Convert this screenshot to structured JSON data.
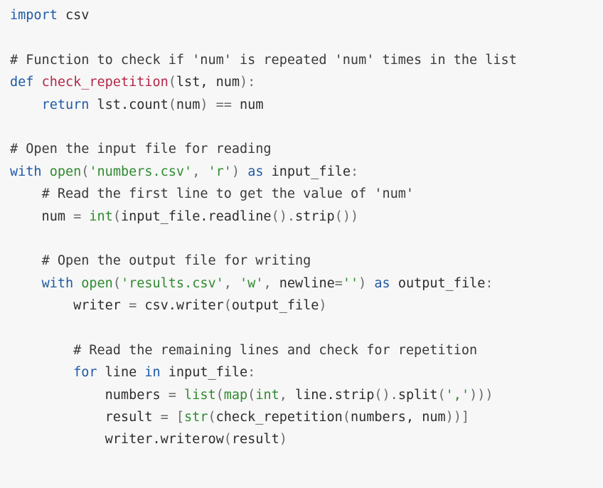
{
  "code": {
    "language": "python",
    "lines": [
      [
        {
          "t": "kw",
          "v": "import"
        },
        {
          "t": "id",
          "v": " csv"
        }
      ],
      [],
      [
        {
          "t": "cm",
          "v": "# Function to check if 'num' is repeated 'num' times in the list"
        }
      ],
      [
        {
          "t": "kw",
          "v": "def"
        },
        {
          "t": "id",
          "v": " "
        },
        {
          "t": "fn",
          "v": "check_repetition"
        },
        {
          "t": "pu",
          "v": "("
        },
        {
          "t": "id",
          "v": "lst, num"
        },
        {
          "t": "pu",
          "v": "):"
        }
      ],
      [
        {
          "t": "id",
          "v": "    "
        },
        {
          "t": "kw",
          "v": "return"
        },
        {
          "t": "id",
          "v": " lst.count"
        },
        {
          "t": "pu",
          "v": "("
        },
        {
          "t": "id",
          "v": "num"
        },
        {
          "t": "pu",
          "v": ")"
        },
        {
          "t": "id",
          "v": " "
        },
        {
          "t": "op",
          "v": "=="
        },
        {
          "t": "id",
          "v": " num"
        }
      ],
      [],
      [
        {
          "t": "cm",
          "v": "# Open the input file for reading"
        }
      ],
      [
        {
          "t": "kw",
          "v": "with"
        },
        {
          "t": "id",
          "v": " "
        },
        {
          "t": "bi",
          "v": "open"
        },
        {
          "t": "pu",
          "v": "("
        },
        {
          "t": "str",
          "v": "'numbers.csv'"
        },
        {
          "t": "pu",
          "v": ", "
        },
        {
          "t": "str",
          "v": "'r'"
        },
        {
          "t": "pu",
          "v": ")"
        },
        {
          "t": "id",
          "v": " "
        },
        {
          "t": "kw",
          "v": "as"
        },
        {
          "t": "id",
          "v": " input_file"
        },
        {
          "t": "pu",
          "v": ":"
        }
      ],
      [
        {
          "t": "id",
          "v": "    "
        },
        {
          "t": "cm",
          "v": "# Read the first line to get the value of 'num'"
        }
      ],
      [
        {
          "t": "id",
          "v": "    num "
        },
        {
          "t": "op",
          "v": "="
        },
        {
          "t": "id",
          "v": " "
        },
        {
          "t": "bi",
          "v": "int"
        },
        {
          "t": "pu",
          "v": "("
        },
        {
          "t": "id",
          "v": "input_file.readline"
        },
        {
          "t": "pu",
          "v": "()."
        },
        {
          "t": "id",
          "v": "strip"
        },
        {
          "t": "pu",
          "v": "())"
        }
      ],
      [],
      [
        {
          "t": "id",
          "v": "    "
        },
        {
          "t": "cm",
          "v": "# Open the output file for writing"
        }
      ],
      [
        {
          "t": "id",
          "v": "    "
        },
        {
          "t": "kw",
          "v": "with"
        },
        {
          "t": "id",
          "v": " "
        },
        {
          "t": "bi",
          "v": "open"
        },
        {
          "t": "pu",
          "v": "("
        },
        {
          "t": "str",
          "v": "'results.csv'"
        },
        {
          "t": "pu",
          "v": ", "
        },
        {
          "t": "str",
          "v": "'w'"
        },
        {
          "t": "pu",
          "v": ", "
        },
        {
          "t": "id",
          "v": "newline"
        },
        {
          "t": "op",
          "v": "="
        },
        {
          "t": "str",
          "v": "''"
        },
        {
          "t": "pu",
          "v": ")"
        },
        {
          "t": "id",
          "v": " "
        },
        {
          "t": "kw",
          "v": "as"
        },
        {
          "t": "id",
          "v": " output_file"
        },
        {
          "t": "pu",
          "v": ":"
        }
      ],
      [
        {
          "t": "id",
          "v": "        writer "
        },
        {
          "t": "op",
          "v": "="
        },
        {
          "t": "id",
          "v": " csv.writer"
        },
        {
          "t": "pu",
          "v": "("
        },
        {
          "t": "id",
          "v": "output_file"
        },
        {
          "t": "pu",
          "v": ")"
        }
      ],
      [],
      [
        {
          "t": "id",
          "v": "        "
        },
        {
          "t": "cm",
          "v": "# Read the remaining lines and check for repetition"
        }
      ],
      [
        {
          "t": "id",
          "v": "        "
        },
        {
          "t": "kw",
          "v": "for"
        },
        {
          "t": "id",
          "v": " line "
        },
        {
          "t": "kw",
          "v": "in"
        },
        {
          "t": "id",
          "v": " input_file"
        },
        {
          "t": "pu",
          "v": ":"
        }
      ],
      [
        {
          "t": "id",
          "v": "            numbers "
        },
        {
          "t": "op",
          "v": "="
        },
        {
          "t": "id",
          "v": " "
        },
        {
          "t": "bi",
          "v": "list"
        },
        {
          "t": "pu",
          "v": "("
        },
        {
          "t": "bi",
          "v": "map"
        },
        {
          "t": "pu",
          "v": "("
        },
        {
          "t": "bi",
          "v": "int"
        },
        {
          "t": "pu",
          "v": ", "
        },
        {
          "t": "id",
          "v": "line.strip"
        },
        {
          "t": "pu",
          "v": "()."
        },
        {
          "t": "id",
          "v": "split"
        },
        {
          "t": "pu",
          "v": "("
        },
        {
          "t": "str",
          "v": "','"
        },
        {
          "t": "pu",
          "v": ")))"
        }
      ],
      [
        {
          "t": "id",
          "v": "            result "
        },
        {
          "t": "op",
          "v": "="
        },
        {
          "t": "id",
          "v": " "
        },
        {
          "t": "pu",
          "v": "["
        },
        {
          "t": "bi",
          "v": "str"
        },
        {
          "t": "pu",
          "v": "("
        },
        {
          "t": "id",
          "v": "check_repetition"
        },
        {
          "t": "pu",
          "v": "("
        },
        {
          "t": "id",
          "v": "numbers, num"
        },
        {
          "t": "pu",
          "v": "))]"
        }
      ],
      [
        {
          "t": "id",
          "v": "            writer.writerow"
        },
        {
          "t": "pu",
          "v": "("
        },
        {
          "t": "id",
          "v": "result"
        },
        {
          "t": "pu",
          "v": ")"
        }
      ]
    ]
  },
  "colors": {
    "keyword": "#1f5aa6",
    "function_name": "#b22849",
    "builtin": "#2f8a2f",
    "string": "#2f8a2f",
    "comment": "#3a3a3a",
    "background": "#f7f7f7"
  }
}
